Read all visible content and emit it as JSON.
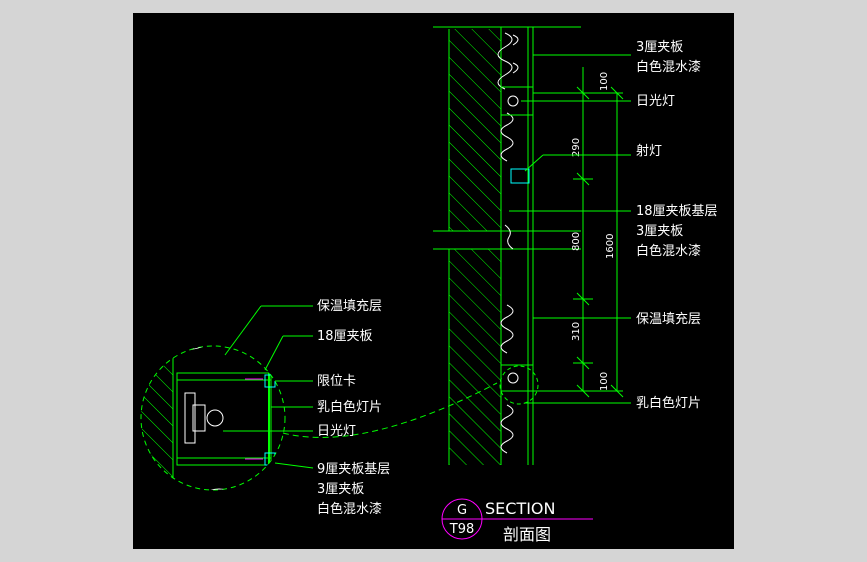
{
  "colors": {
    "background": "#000000",
    "frame": "#d5d5d5",
    "linework": "#00ff00",
    "hatch": "#00ff00",
    "text": "#ffffff",
    "marker": "#ff00ff",
    "cyan": "#00ffff"
  },
  "right_labels": {
    "l1a": "3厘夹板",
    "l1b": "白色混水漆",
    "l2": "日光灯",
    "l3": "射灯",
    "l4": "18厘夹板基层",
    "l5a": "3厘夹板",
    "l5b": "白色混水漆",
    "l6": "保温填充层",
    "l7": "乳白色灯片"
  },
  "dimensions": {
    "d100a": "100",
    "d290": "290",
    "d800": "800",
    "d1600": "1600",
    "d310": "310",
    "d100b": "100"
  },
  "detail_labels": {
    "k1": "保温填充层",
    "k2": "18厘夹板",
    "k3": "限位卡",
    "k4": "乳白色灯片",
    "k5": "日光灯",
    "k6": "9厘夹板基层",
    "k7": "3厘夹板",
    "k8": "白色混水漆"
  },
  "title": {
    "circle_top": "G",
    "circle_bottom": "T98",
    "main": "SECTION",
    "sub": "剖面图"
  }
}
